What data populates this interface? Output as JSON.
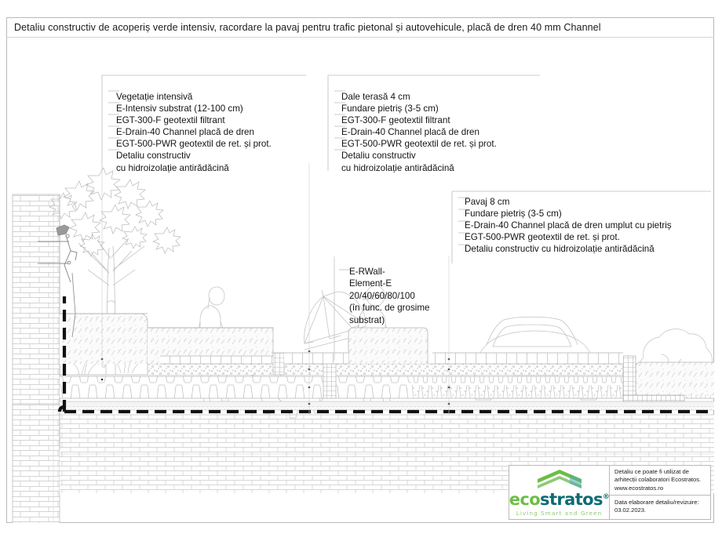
{
  "document": {
    "title": "Detaliu constructiv de acoperiș verde intensiv, racordare la pavaj pentru trafic pietonal și autovehicule, placă de dren 40 mm Channel"
  },
  "annotations": {
    "left_block": {
      "name": "green-roof-intensive-layers",
      "lines": [
        "Vegetație intensivă",
        "E-Intensiv substrat (12-100 cm)",
        "EGT-300-F geotextil filtrant",
        "E-Drain-40 Channel placă de dren",
        "EGT-500-PWR geotextil de ret. și prot.",
        "Detaliu constructiv",
        "cu hidroizolație antirădăcină"
      ]
    },
    "middle_block": {
      "name": "terrace-slab-layers",
      "lines": [
        "Dale terasă 4 cm",
        "Fundare pietriș (3-5 cm)",
        "EGT-300-F geotextil filtrant",
        "E-Drain-40 Channel placă de dren",
        "EGT-500-PWR geotextil de ret. și prot.",
        "Detaliu constructiv",
        "cu hidroizolație antirădăcină"
      ]
    },
    "right_block": {
      "name": "pavement-vehicle-layers",
      "lines": [
        "Pavaj 8 cm",
        "Fundare pietriș (3-5 cm)",
        "E-Drain-40 Channel placă de dren umplut cu pietriș",
        "EGT-500-PWR geotextil de ret. și prot.",
        "Detaliu constructiv cu hidroizolație antirădăcină"
      ]
    },
    "wall_block": {
      "name": "retaining-wall-element",
      "lines": [
        "E-RWall-",
        "Element-E",
        "20/40/60/80/100",
        "(în func. de grosime",
        "substrat)"
      ]
    }
  },
  "title_block": {
    "logo": {
      "word_part1": "eco",
      "word_part2": "stratos",
      "registered": "®",
      "tagline": "Living Smart and Green",
      "colors": {
        "green": "#6cbe45",
        "teal": "#0e6b74",
        "light_green": "#8fc97a"
      }
    },
    "note_line1": "Detaliu ce poate fi utilizat de",
    "note_line2": "arhitecții colaboratori Ecostratos.",
    "note_line3": "www.ecostratos.ro",
    "date_label": "Data elaborare detaliu/revizuire:",
    "date_value": "03.02.2023."
  }
}
